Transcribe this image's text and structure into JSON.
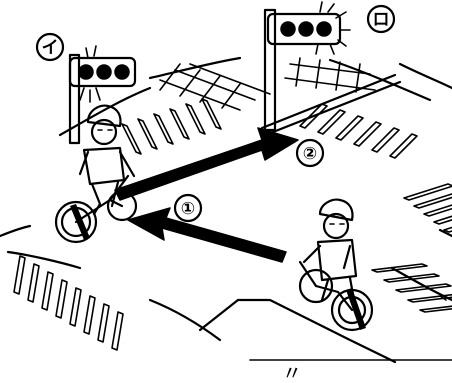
{
  "labels": {
    "signal_left": "イ",
    "signal_right": "ロ",
    "route_1": "①",
    "route_2": "②",
    "bottom_mark": "〃"
  },
  "colors": {
    "ink": "#000000",
    "paper": "#ffffff",
    "lit_lamp": "#000000"
  },
  "icons": {
    "signal_left": "traffic-light-icon",
    "signal_right": "traffic-light-icon",
    "cyclist_left": "cyclist-icon",
    "cyclist_right": "cyclist-icon"
  }
}
